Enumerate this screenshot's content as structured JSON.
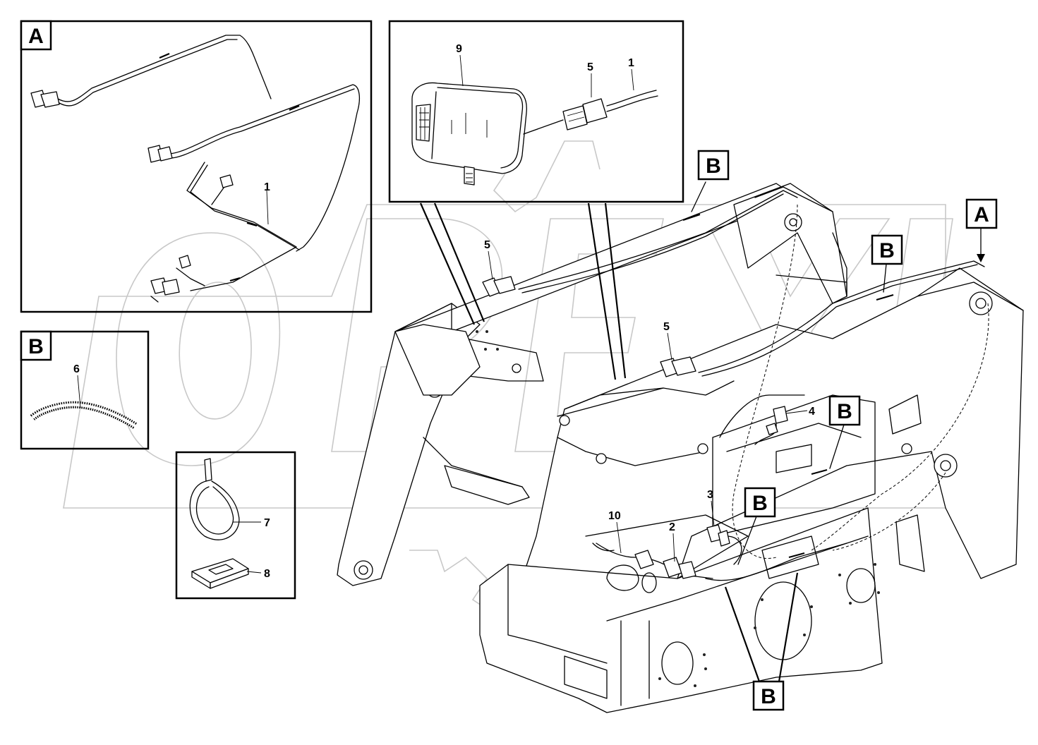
{
  "panels": {
    "detail_a_label": "A",
    "detail_b_label": "B"
  },
  "callouts": {
    "loc_a": "A",
    "loc_b": "B"
  },
  "part_numbers": {
    "p1": "1",
    "p2": "2",
    "p3": "3",
    "p4": "4",
    "p5": "5",
    "p6": "6",
    "p7": "7",
    "p8": "8",
    "p9": "9",
    "p10": "10"
  }
}
